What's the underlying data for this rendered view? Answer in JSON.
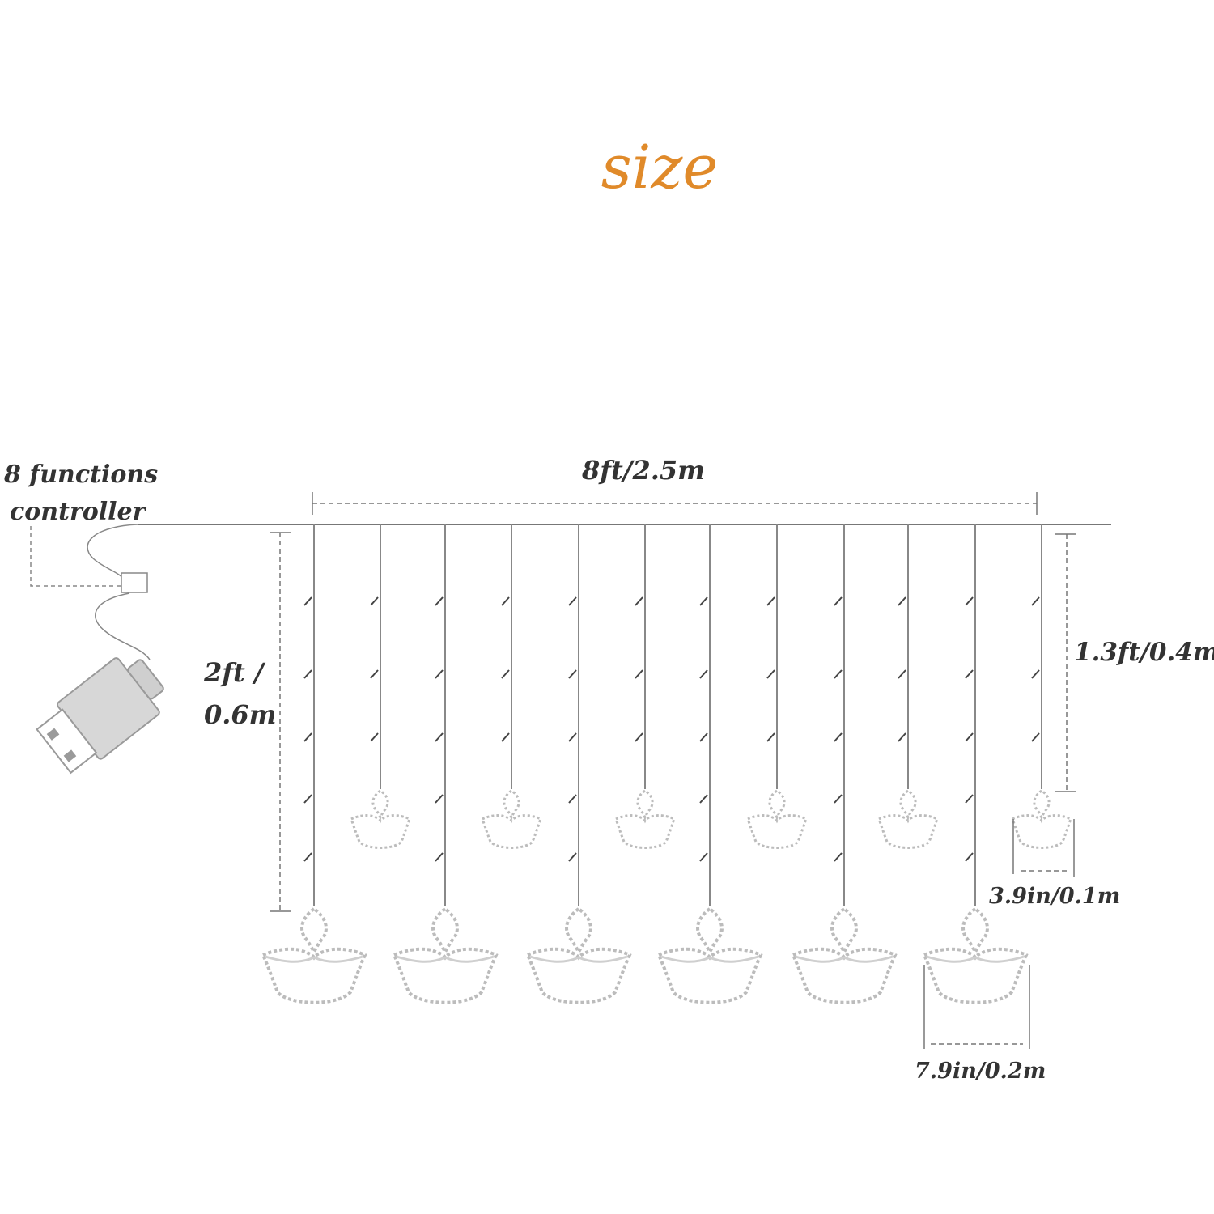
{
  "title": "size",
  "labels": {
    "controller_line1": "8 functions",
    "controller_line2": "controller",
    "width": "8ft/2.5m",
    "long_drop_line1": "2ft /",
    "long_drop_line2": "0.6m",
    "short_drop": "1.3ft/0.4m",
    "small_lamp": "3.9in/0.1m",
    "large_lamp": "7.9in/0.2m"
  },
  "colors": {
    "title": "#e08a2a",
    "line": "#777777",
    "lamp": "#bdbdbd",
    "text": "#333333"
  },
  "icons": [
    "usb-plug-icon",
    "controller-box-icon",
    "diya-lamp-icon"
  ]
}
